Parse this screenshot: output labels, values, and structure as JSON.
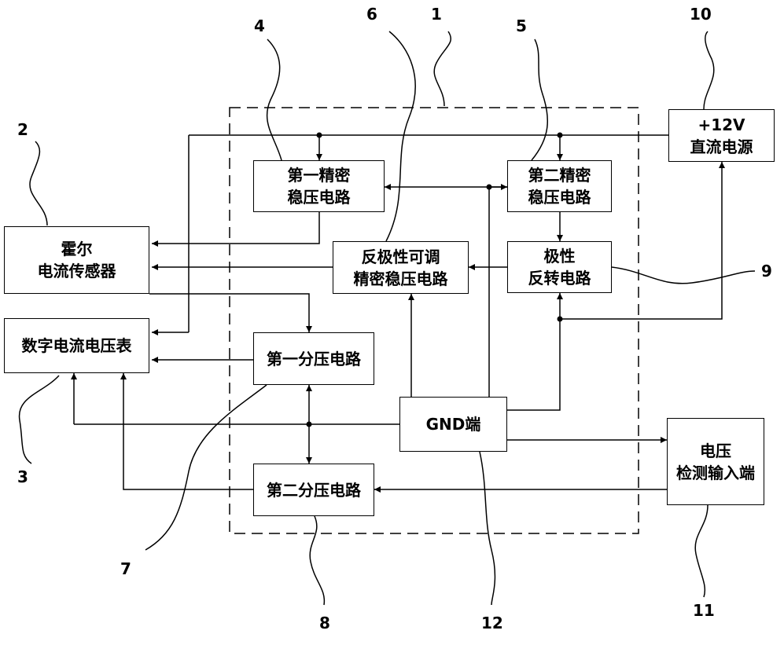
{
  "blocks": {
    "hall_sensor": {
      "line1": "霍尔",
      "line2": "电流传感器"
    },
    "digital_meter": {
      "line1": "数字电流电压表"
    },
    "precision_reg_1": {
      "line1": "第一精密",
      "line2": "稳压电路"
    },
    "precision_reg_2": {
      "line1": "第二精密",
      "line2": "稳压电路"
    },
    "reverse_polarity_reg": {
      "line1": "反极性可调",
      "line2": "精密稳压电路"
    },
    "polarity_reverse": {
      "line1": "极性",
      "line2": "反转电路"
    },
    "divider_1": {
      "line1": "第一分压电路"
    },
    "divider_2": {
      "line1": "第二分压电路"
    },
    "gnd": {
      "line1": "GND端"
    },
    "power_12v": {
      "line1": "+12V",
      "line2": "直流电源"
    },
    "voltage_input": {
      "line1": "电压",
      "line2": "检测输入端"
    }
  },
  "callouts": {
    "n1": "1",
    "n2": "2",
    "n3": "3",
    "n4": "4",
    "n5": "5",
    "n6": "6",
    "n7": "7",
    "n8": "8",
    "n9": "9",
    "n10": "10",
    "n11": "11",
    "n12": "12"
  },
  "colors": {
    "line": "#000000",
    "background": "#ffffff"
  }
}
